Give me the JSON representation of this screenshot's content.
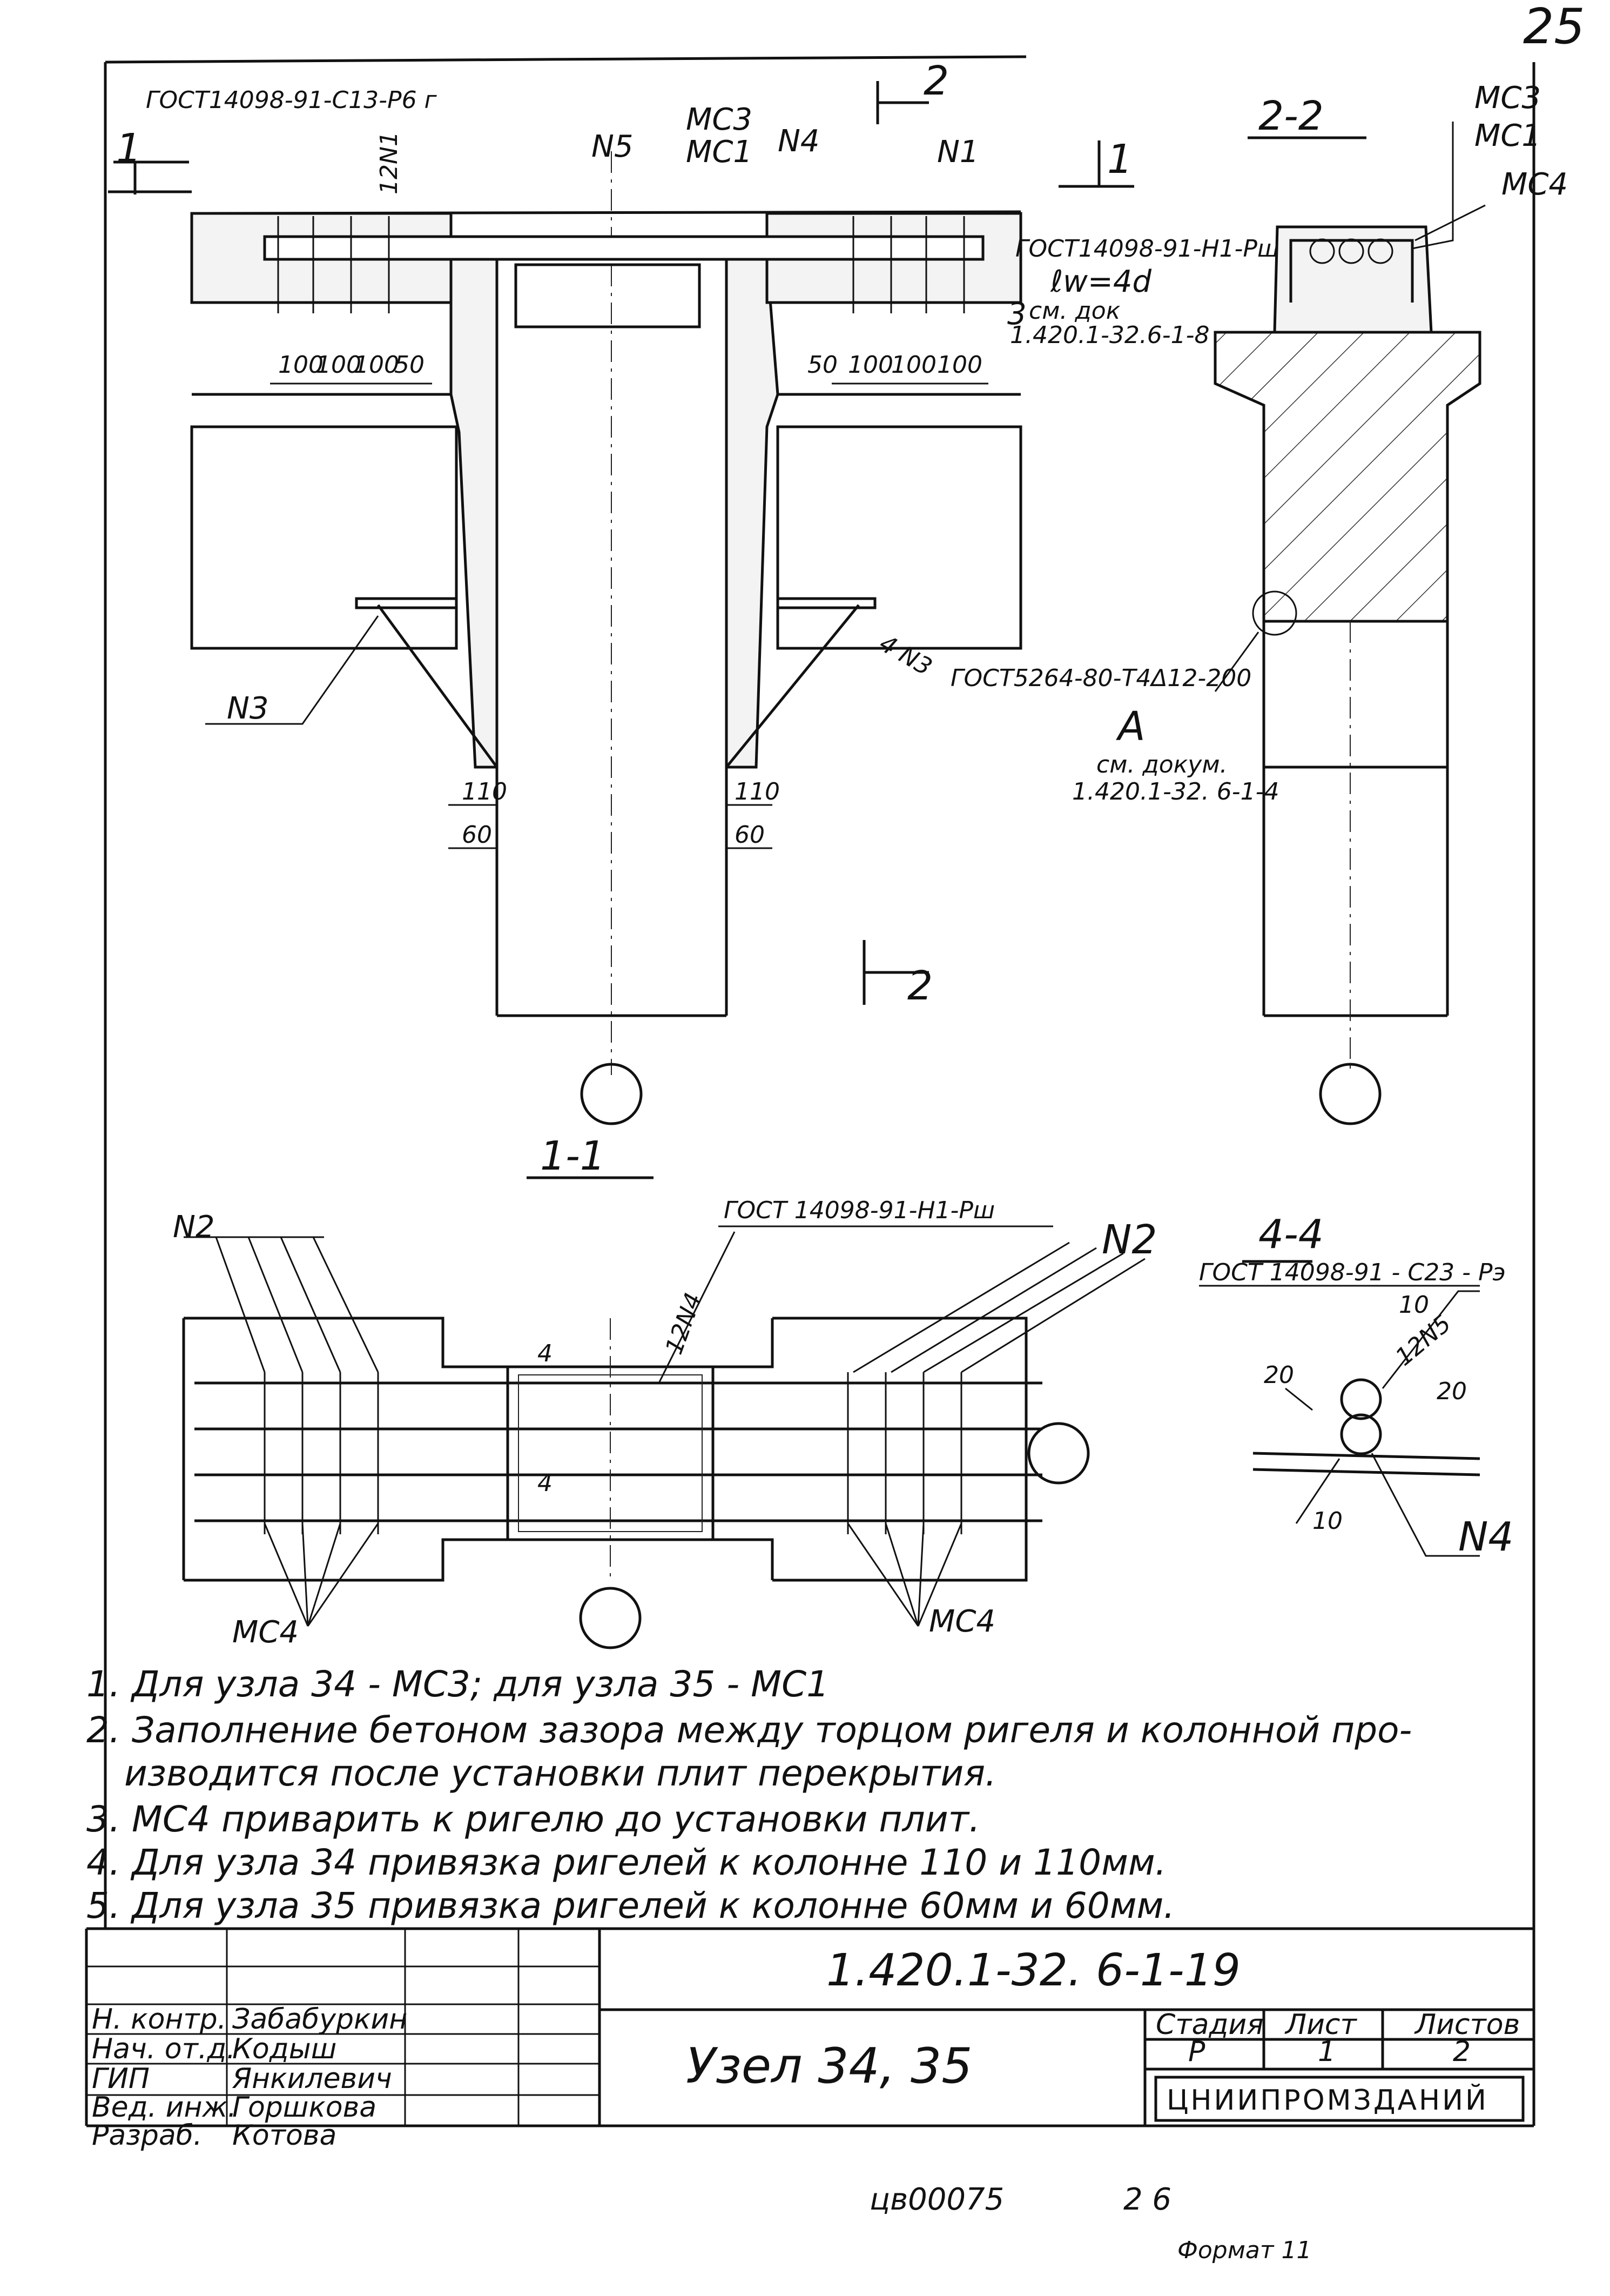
{
  "page_number": "25",
  "sheet_code": "1.420.1-32. 6-1-19",
  "title_block": {
    "title": "Узел 34, 35",
    "roles": [
      "Н. контр.",
      "Нач. от.д.",
      "ГИП",
      "Вед. инж.",
      "Разраб."
    ],
    "names": [
      "Забабуркин",
      "Кодыш",
      "Янкилевич",
      "Горшкова",
      "Котова"
    ],
    "stage_header": "Стадия",
    "sheet_header": "Лист",
    "sheets_header": "Листов",
    "stage": "Р",
    "sheet": "1",
    "sheets": "2",
    "org_logo": "ЦНИИПРОМЗДАНИЙ"
  },
  "bottom_stamp": "цв00075",
  "bottom_num": "2 6",
  "bottom_format": "Формат 11",
  "views": {
    "elevation": {
      "gost_top": "ГОСТ14098-91-С13-Р6 г",
      "cut1_top": "1",
      "cut1_right": "1",
      "cut2_top": "2",
      "cut2_bottom": "2",
      "mc3": "МС3",
      "mc1": "МС1",
      "n5": "N5",
      "n4": "N4",
      "n1": "N1",
      "n3": "N3",
      "twelve_n1": "12N1",
      "gost_h1": "ГОСТ14098-91-Н1-Рш",
      "lw": "ℓw=4d",
      "see_doc": "см. док",
      "doc_ref": "1.420.1-32.6-1-8",
      "three": "3",
      "dims_left": [
        "100",
        "100",
        "100",
        "50"
      ],
      "dims_right": [
        "50",
        "100",
        "100",
        "100"
      ],
      "gost_t": "ГОСТ5264-80-Т4Δ12-200",
      "four_n3": "4 N3",
      "a_label": "А",
      "see_doc2": "см. докум.",
      "doc_ref2": "1.420.1-32. 6-1-4",
      "d110_left": "110",
      "d60_left": "60",
      "d110_right": "110",
      "d60_right": "60"
    },
    "section22": {
      "title": "2-2",
      "mc3": "МС3",
      "mc1": "МС1",
      "mc4": "МС4"
    },
    "section11": {
      "title": "1-1",
      "gost": "ГОСТ 14098-91-Н1-Рш",
      "n2_left": "N2",
      "n2_right": "N2",
      "mc4_left": "МС4",
      "mc4_right": "МС4",
      "four_a": "4",
      "four_b": "4",
      "twelve_n4": "12N4"
    },
    "section44": {
      "title": "4-4",
      "gost": "ГОСТ 14098-91 - С23 - Рэ",
      "d10a": "10",
      "d20a": "20",
      "d12n5": "12N5",
      "d20b": "20",
      "d10b": "10",
      "n4": "N4"
    }
  },
  "notes": [
    "1. Для узла 34 - МС3; для узла 35 - МС1",
    "2. Заполнение бетоном зазора между торцом ригеля и колонной про-",
    "изводится после установки плит перекрытия.",
    "3. МС4 приварить к ригелю до установки плит.",
    "4. Для узла 34 привязка ригелей к колонне 110 и 110мм.",
    "5. Для узла 35 привязка ригелей к колонне 60мм и 60мм."
  ]
}
